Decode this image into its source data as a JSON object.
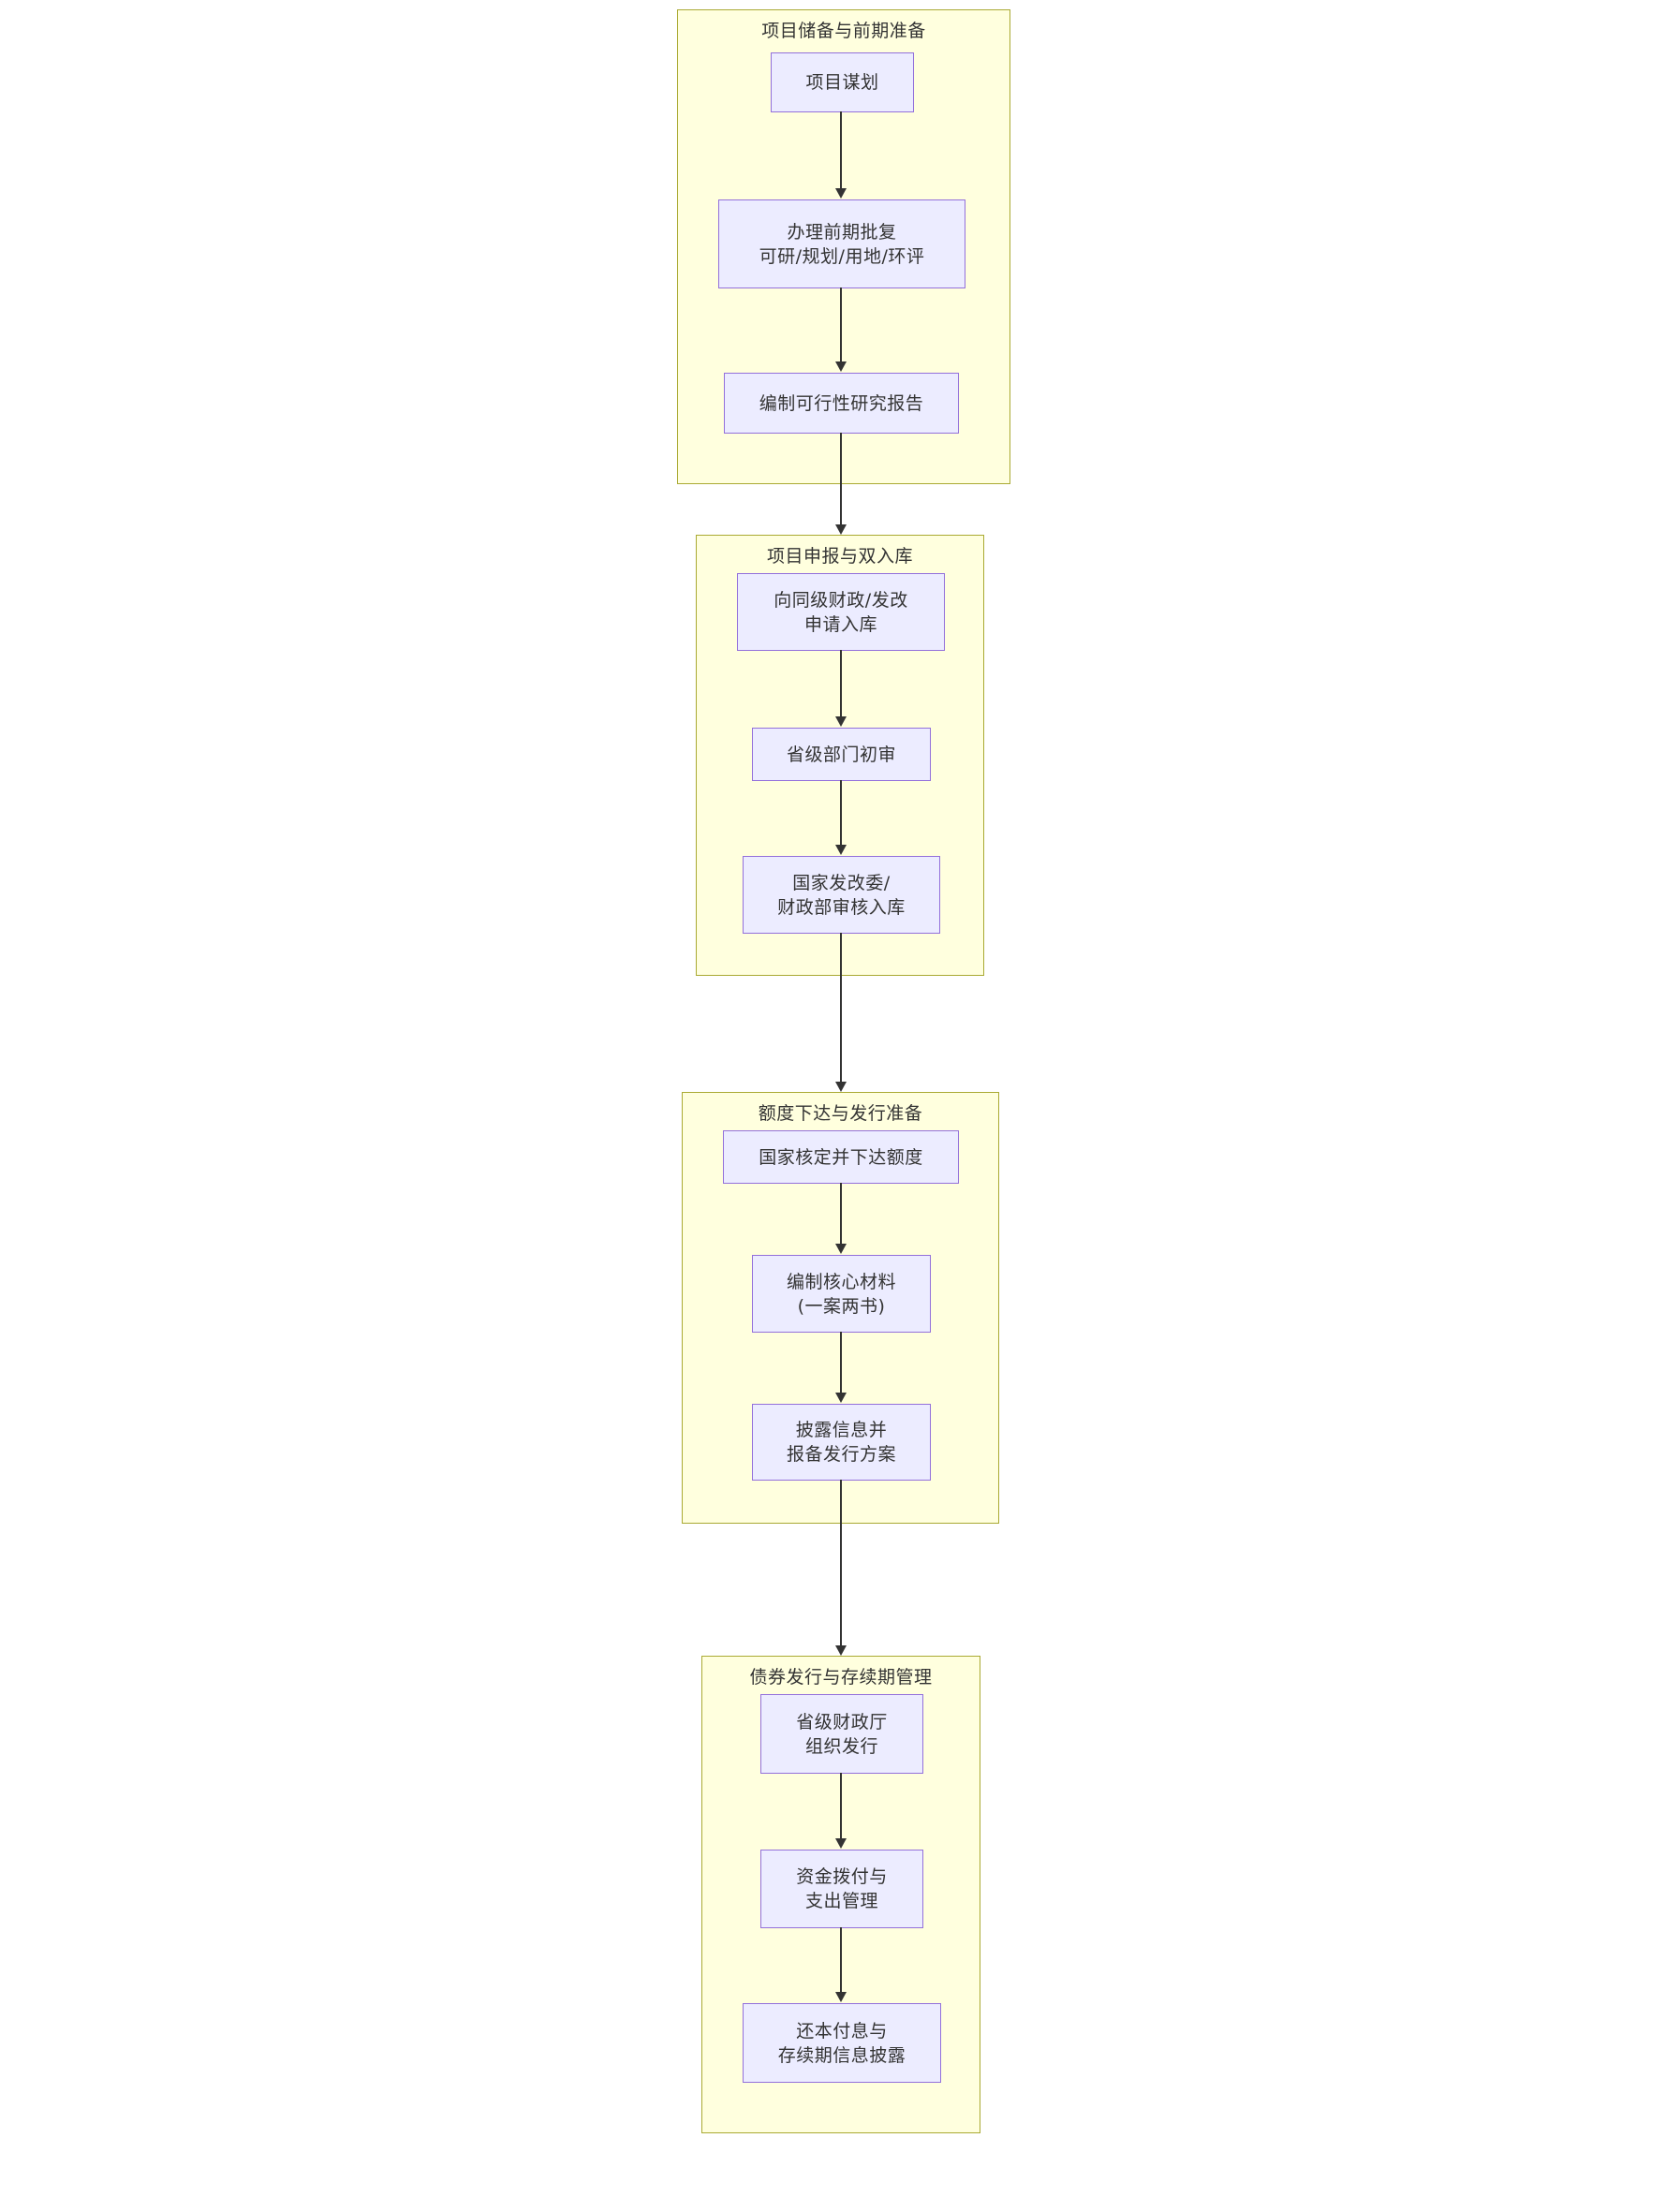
{
  "diagram": {
    "type": "flowchart",
    "direction": "top-to-bottom",
    "colors": {
      "cluster_fill": "#ffffde",
      "cluster_border": "#aaaa33",
      "node_fill": "#ececff",
      "node_border": "#9370db",
      "edge": "#333333",
      "text": "#333333",
      "background": "#ffffff"
    },
    "sections": [
      {
        "id": "s1",
        "title": "项目储备与前期准备",
        "nodes": [
          {
            "id": "s1n1",
            "label": "项目谋划"
          },
          {
            "id": "s1n2",
            "label": "办理前期批复\n可研/规划/用地/环评"
          },
          {
            "id": "s1n3",
            "label": "编制可行性研究报告"
          }
        ]
      },
      {
        "id": "s2",
        "title": "项目申报与双入库",
        "nodes": [
          {
            "id": "s2n1",
            "label": "向同级财政/发改\n申请入库"
          },
          {
            "id": "s2n2",
            "label": "省级部门初审"
          },
          {
            "id": "s2n3",
            "label": "国家发改委/\n财政部审核入库"
          }
        ]
      },
      {
        "id": "s3",
        "title": "额度下达与发行准备",
        "nodes": [
          {
            "id": "s3n1",
            "label": "国家核定并下达额度"
          },
          {
            "id": "s3n2",
            "label": "编制核心材料\n(一案两书)"
          },
          {
            "id": "s3n3",
            "label": "披露信息并\n报备发行方案"
          }
        ]
      },
      {
        "id": "s4",
        "title": "债券发行与存续期管理",
        "nodes": [
          {
            "id": "s4n1",
            "label": "省级财政厅\n组织发行"
          },
          {
            "id": "s4n2",
            "label": "资金拨付与\n支出管理"
          },
          {
            "id": "s4n3",
            "label": "还本付息与\n存续期信息披露"
          }
        ]
      }
    ],
    "connections": [
      {
        "from": "s1n1",
        "to": "s1n2"
      },
      {
        "from": "s1n2",
        "to": "s1n3"
      },
      {
        "from": "s1n3",
        "to": "s2"
      },
      {
        "from": "s2n1",
        "to": "s2n2"
      },
      {
        "from": "s2n2",
        "to": "s2n3"
      },
      {
        "from": "s2n3",
        "to": "s3"
      },
      {
        "from": "s3n1",
        "to": "s3n2"
      },
      {
        "from": "s3n2",
        "to": "s3n3"
      },
      {
        "from": "s3n3",
        "to": "s4"
      },
      {
        "from": "s4n1",
        "to": "s4n2"
      },
      {
        "from": "s4n2",
        "to": "s4n3"
      }
    ]
  }
}
